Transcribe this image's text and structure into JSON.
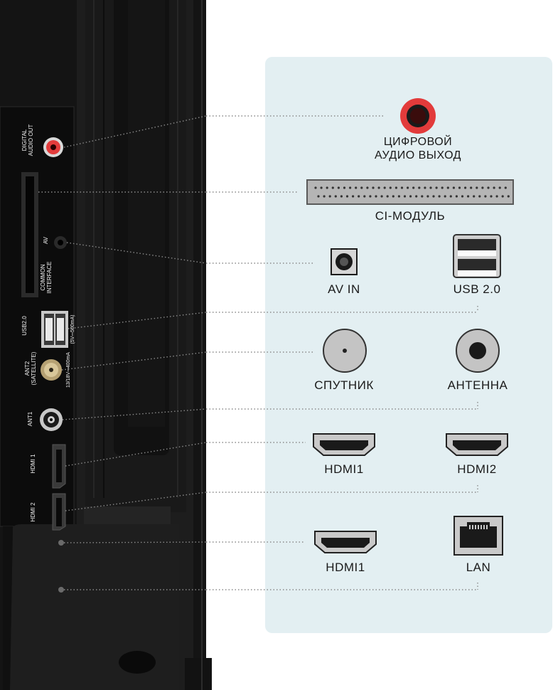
{
  "connectors": {
    "digital_audio_out": "ЦИФРОВОЙ\nАУДИО ВЫХОД",
    "ci_module": "CI-МОДУЛЬ",
    "av_in": "AV IN",
    "usb": "USB 2.0",
    "satellite": "СПУТНИК",
    "antenna": "АНТЕННА",
    "hdmi1_top": "HDMI1",
    "hdmi2": "HDMI2",
    "hdmi1_bottom": "HDMI1",
    "lan": "LAN"
  },
  "tv_labels": {
    "digital_audio_out": "DIGITAL\nAUDIO OUT",
    "av": "AV",
    "common_interface": "COMMON\nINTERFACE",
    "usb": "USB2.0",
    "usb_rating": "(5V⎓500mA)",
    "ant2": "ANT2\n(SATELLITE)",
    "ant2_rating": "13/18V⎓400mA",
    "ant1": "ANT1",
    "hdmi1": "HDMI 1",
    "hdmi2": "HDMI 2"
  },
  "colors": {
    "panel_bg": "#e3eff2",
    "tv_body": "#161616",
    "accent_red": "#e23b3b",
    "connector_grey": "#b8b8b8"
  }
}
